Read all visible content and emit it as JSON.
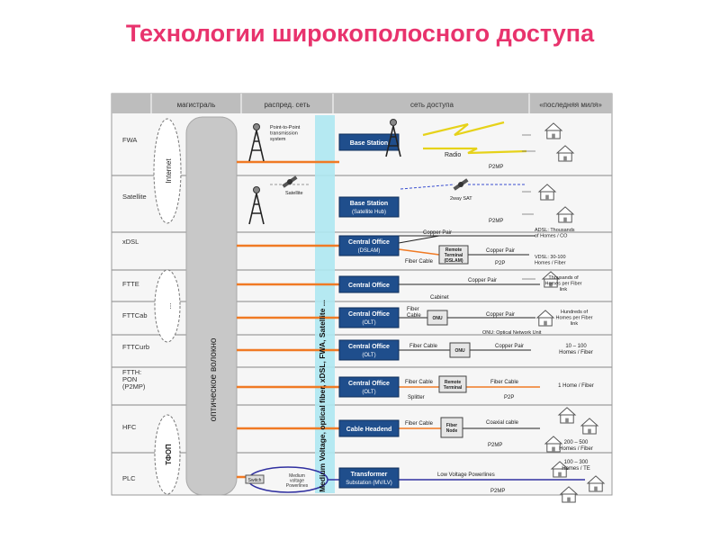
{
  "title": "Технологии широкополосного доступа",
  "columns": [
    "магистраль",
    "распред. сеть",
    "сеть доступа",
    "«последняя миля»"
  ],
  "rows": [
    "FWA",
    "Satellite",
    "xDSL",
    "FTTE",
    "FTTCab",
    "FTTCurb",
    "FTTH:\nPON\n(P2MP)",
    "HFC",
    "PLC"
  ],
  "clouds": [
    "Internet",
    "...",
    "ТФОП"
  ],
  "backbone_label": "оптическое волокно",
  "distribution_label": "Medium Voltage, optical fiber, xDSL, FWA, Satellite ...",
  "boxes": [
    {
      "line1": "Base Station",
      "line2": ""
    },
    {
      "line1": "Base Station",
      "line2": "(Satellite Hub)"
    },
    {
      "line1": "Central Office",
      "line2": "(DSLAM)"
    },
    {
      "line1": "Central Office",
      "line2": ""
    },
    {
      "line1": "Central Office",
      "line2": "(OLT)"
    },
    {
      "line1": "Central Office",
      "line2": "(OLT)"
    },
    {
      "line1": "Central Office",
      "line2": "(OLT)"
    },
    {
      "line1": "Cable Headend",
      "line2": ""
    },
    {
      "line1": "Transformer",
      "line2": "Substation (MV/LV)"
    }
  ],
  "small_boxes": {
    "remote_dslam": "Remote\nTerminal\n(DSLAM)",
    "onu_1": "ONU",
    "onu_2": "ONU",
    "remote_terminal": "Remote\nTerminal",
    "fiber_node": "Fiber\nNode"
  },
  "labels": {
    "p2p_tower": "Point-to-Point\ntransmission\nsystem",
    "satellite": "Satellite",
    "radio": "Radio",
    "p2mp_fwa": "P2MP",
    "sat_2way": "2way SAT",
    "p2mp_sat": "P2MP",
    "copper_pair_dsl": "Copper Pair",
    "fiber_cable_dsl": "Fiber Cable",
    "copper_pair_dsl2": "Copper Pair",
    "p2p_dsl": "P2P",
    "adsl": "ADSL: Thousands\nof Homes / CO",
    "vdsl": "VDSL: 30-100\nHomes / Fiber",
    "copper_pair_ftte": "Copper Pair",
    "ftte_note": "Thousands of\nHomes per Fiber\nlink",
    "cabinet": "Cabinet",
    "fiber_cable_cab": "Fiber\nCable",
    "copper_pair_cab": "Copper Pair",
    "cab_note": "Hundreds of\nHomes per Fiber\nlink",
    "onu_note": "ONU: Optical Network Unit",
    "fiber_cable_curb": "Fiber Cable",
    "copper_pair_curb": "Copper Pair",
    "curb_note": "10 – 100\nHomes / Fiber",
    "fiber_cable_ftth": "Fiber Cable",
    "fiber_cable_ftth2": "Fiber Cable",
    "splitter": "Splitter",
    "p2p_ftth": "P2P",
    "ftth_note": "1 Home / Fiber",
    "fiber_cable_hfc": "Fiber Cable",
    "coaxial": "Coaxial cable",
    "p2mp_hfc": "P2MP",
    "hfc_note": "200 – 500\nHomes / Fiber",
    "switch": "Switch",
    "mv_power": "Medium\nvoltage\nPowerlines",
    "lv_power": "Low Voltage Powerlines",
    "plc_note": "100 – 300\nHomes / TE",
    "p2mp_plc": "P2MP"
  },
  "colors": {
    "title": "#e8336d",
    "header_bg": "#bdbdbd",
    "box_fill": "#1f4e8c",
    "orange_line": "#f07a24",
    "cyan_band": "#aee8f2",
    "backbone": "#c8c8c8",
    "plc_line": "#3030a0"
  }
}
